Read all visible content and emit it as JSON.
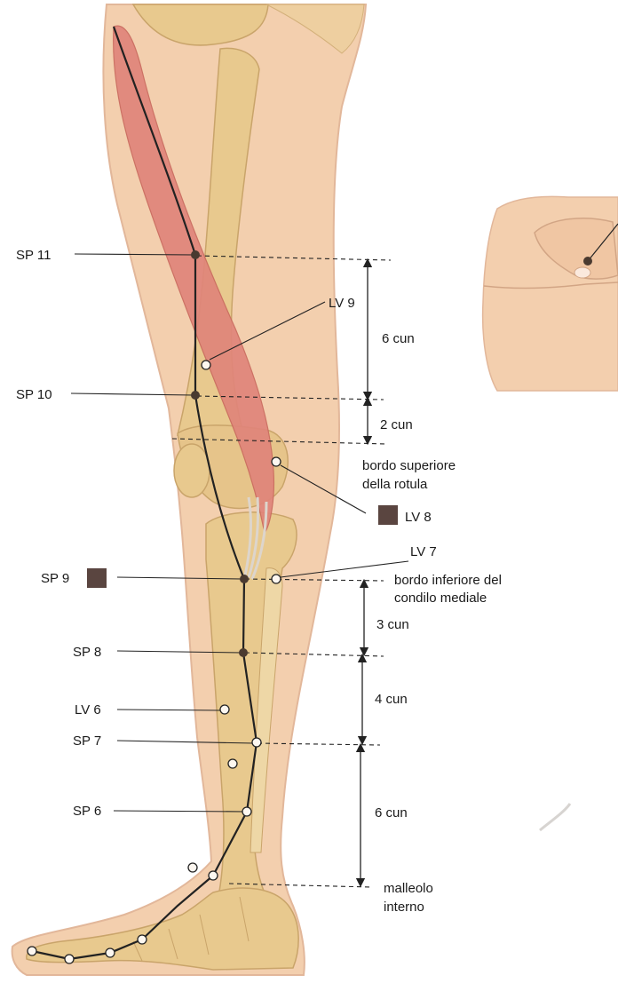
{
  "diagram": {
    "point_labels": {
      "sp11": "SP 11",
      "lv9": "LV 9",
      "sp10": "SP 10",
      "lv8": "LV 8",
      "lv7": "LV 7",
      "sp9": "SP 9",
      "sp8": "SP 8",
      "lv6": "LV 6",
      "sp7": "SP 7",
      "sp6": "SP 6"
    },
    "measurements": {
      "upper_thigh": "6 cun",
      "above_knee": "2 cun",
      "below_knee": "3 cun",
      "mid_shin": "4 cun",
      "lower_shin": "6 cun"
    },
    "landmarks": {
      "patella_top_line1": "bordo superiore",
      "patella_top_line2": "della rotula",
      "condyle_line1": "bordo inferiore del",
      "condyle_line2": "condilo mediale",
      "malleolus_line1": "malleolo",
      "malleolus_line2": "interno"
    },
    "colors": {
      "skin": "#f3cfae",
      "skin_outline": "#e2b79a",
      "bone": "#e8c98e",
      "bone_outline": "#c9a46a",
      "muscle": "#e0857a",
      "meridian_line": "#222222",
      "point_dark": "#4a3a30",
      "square_marker": "#5a4540"
    }
  }
}
